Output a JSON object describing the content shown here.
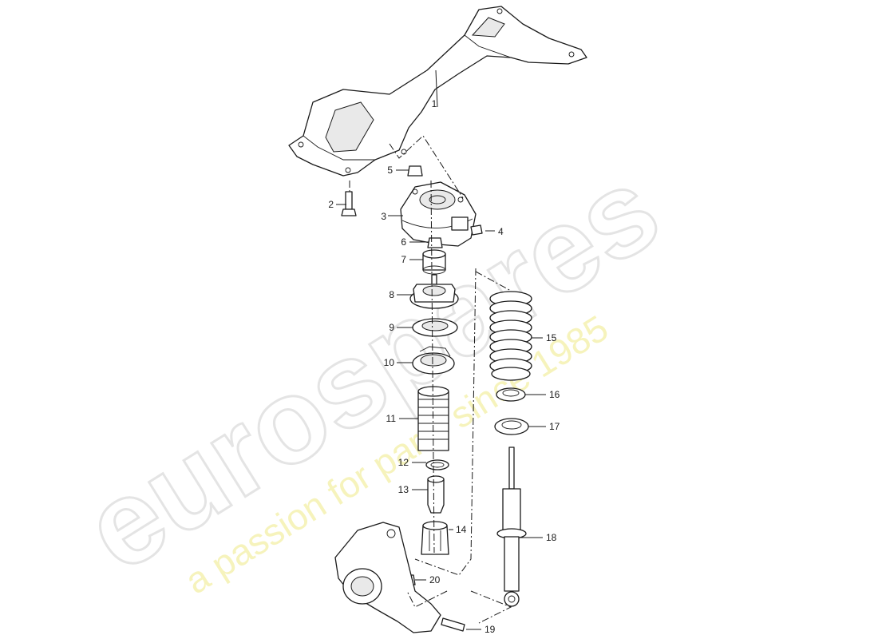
{
  "watermark": {
    "logo": "eurospares",
    "tagline": "a passion for parts since 1985"
  },
  "callouts": [
    "1",
    "2",
    "3",
    "4",
    "5",
    "6",
    "7",
    "8",
    "9",
    "10",
    "11",
    "12",
    "13",
    "14",
    "15",
    "16",
    "17",
    "18",
    "19",
    "20"
  ]
}
